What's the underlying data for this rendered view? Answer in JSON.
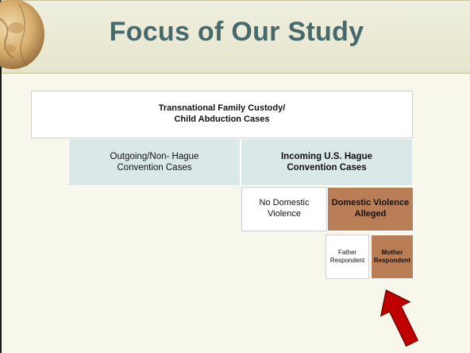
{
  "slide": {
    "title": "Focus of Our Study"
  },
  "diagram": {
    "root": {
      "line1": "Transnational Family Custody/",
      "line2": "Child Abduction Cases"
    },
    "outgoing": {
      "line1": "Outgoing/Non- Hague",
      "line2": "Convention Cases"
    },
    "incoming": {
      "line1": "Incoming  U.S. Hague",
      "line2": "Convention Cases"
    },
    "no_dv": {
      "line1": "No Domestic",
      "line2": "Violence"
    },
    "dv": {
      "line1": "Domestic Violence",
      "line2": "Alleged"
    },
    "father": {
      "line1": "Father",
      "line2": "Respondent"
    },
    "mother": {
      "line1": "Mother",
      "line2": "Respondent"
    }
  },
  "colors": {
    "title": "#466a6c",
    "blue_box": "#dbe8e8",
    "highlight_box": "#b97e56",
    "arrow": "#c00000"
  },
  "icons": {
    "decor": "globe-icon",
    "pointer": "red-arrow-icon"
  }
}
